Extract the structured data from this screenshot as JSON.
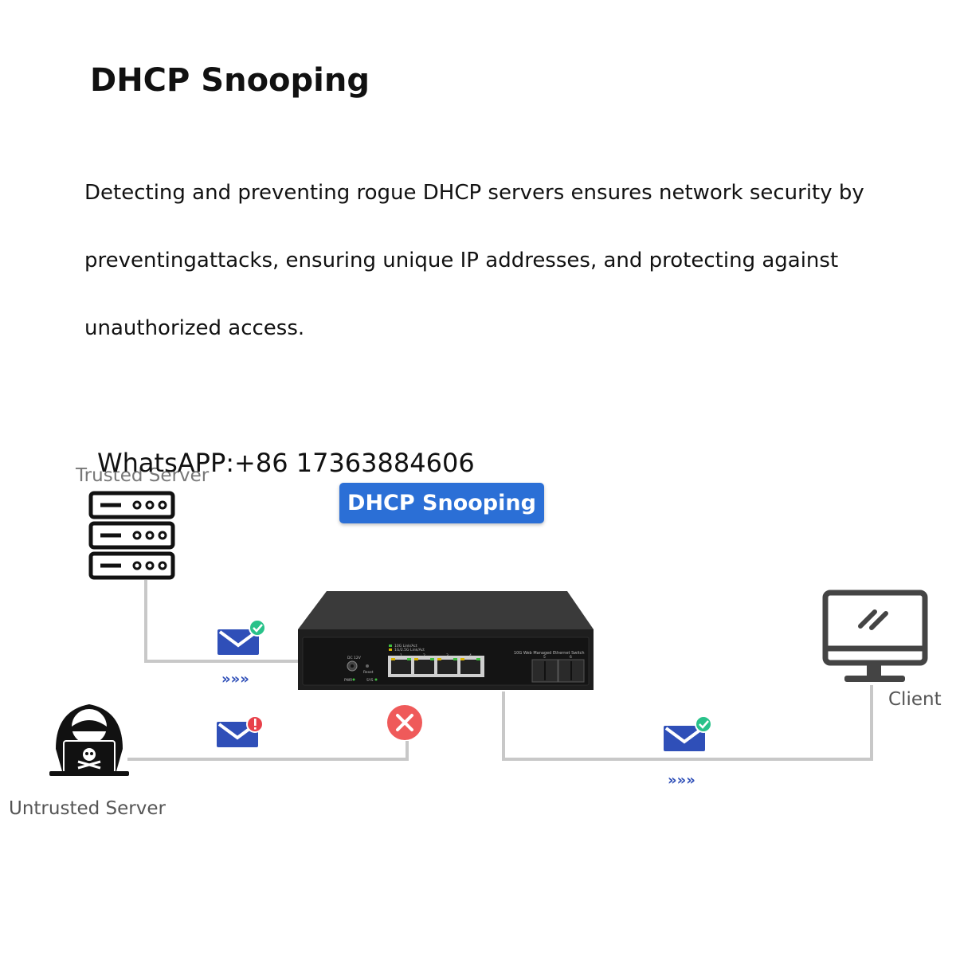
{
  "heading": "DHCP Snooping",
  "paragraph": {
    "line1": "Detecting and preventing rogue DHCP servers ensures network security by",
    "line2": "preventingattacks, ensuring unique IP addresses, and protecting against",
    "line3": "unauthorized access."
  },
  "contact": "WhatsAPP:+86 17363884606",
  "diagram": {
    "badge": "DHCP Snooping",
    "trusted_label": "Trusted Server",
    "untrusted_label": "Untrusted Server",
    "client_label": "Client",
    "switch": {
      "legend_top": "10G Link/Act",
      "legend_bottom": "1G/2.5G Link/Act",
      "model": "10G Web Managed Ethernet Switch",
      "power": "DC 12V",
      "reset": "Reset",
      "pwr": "PWR",
      "sys": "SYS",
      "ports": [
        "1",
        "2",
        "3",
        "4"
      ],
      "sfp_ports": [
        "5",
        "6"
      ]
    },
    "arrows": "»»»"
  },
  "colors": {
    "badge": "#2b6fd6",
    "envelope": "#2f4fb8",
    "ok": "#29c28a",
    "warn": "#e8404a",
    "line": "#c8c8c8"
  },
  "icons": [
    "server-icon",
    "hacker-icon",
    "monitor-icon",
    "envelope-icon",
    "check-icon",
    "alert-icon",
    "blocked-icon"
  ]
}
